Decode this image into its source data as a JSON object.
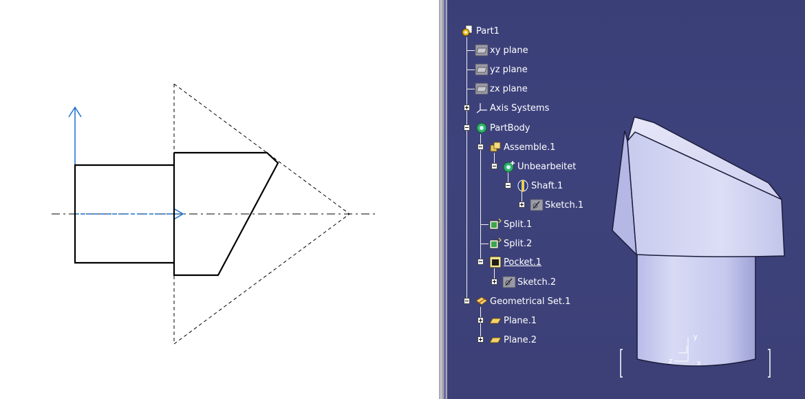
{
  "tree": {
    "nodes": [
      {
        "id": "part1",
        "label": "Part1",
        "icon": "part-gear-icon"
      },
      {
        "id": "xy",
        "label": "xy plane",
        "icon": "plane-icon"
      },
      {
        "id": "yz",
        "label": "yz plane",
        "icon": "plane-icon"
      },
      {
        "id": "zx",
        "label": "zx plane",
        "icon": "plane-icon"
      },
      {
        "id": "axis",
        "label": "Axis Systems",
        "icon": "axis-system-icon"
      },
      {
        "id": "partbody",
        "label": "PartBody",
        "icon": "body-gear-icon"
      },
      {
        "id": "assemble1",
        "label": "Assemble.1",
        "icon": "assemble-icon"
      },
      {
        "id": "unbearbeitet",
        "label": "Unbearbeitet",
        "icon": "body-gear-icon"
      },
      {
        "id": "shaft1",
        "label": "Shaft.1",
        "icon": "shaft-icon"
      },
      {
        "id": "sketch1",
        "label": "Sketch.1",
        "icon": "sketch-icon"
      },
      {
        "id": "split1",
        "label": "Split.1",
        "icon": "split-icon"
      },
      {
        "id": "split2",
        "label": "Split.2",
        "icon": "split-icon"
      },
      {
        "id": "pocket1",
        "label": "Pocket.1",
        "icon": "pocket-icon",
        "underlined": true
      },
      {
        "id": "sketch2",
        "label": "Sketch.2",
        "icon": "sketch-icon"
      },
      {
        "id": "geomset1",
        "label": "Geometrical Set.1",
        "icon": "geometrical-set-icon"
      },
      {
        "id": "plane1",
        "label": "Plane.1",
        "icon": "plane-feature-icon"
      },
      {
        "id": "plane2",
        "label": "Plane.2",
        "icon": "plane-feature-icon"
      }
    ]
  },
  "compass": {
    "y_label": "y",
    "z_label": "z",
    "x_label": "x"
  },
  "colors": {
    "viewer_bg": "#3c4078",
    "tree_text": "#ffffff",
    "sketch_line": "#000000",
    "axis_blue": "#1a6fd0"
  }
}
